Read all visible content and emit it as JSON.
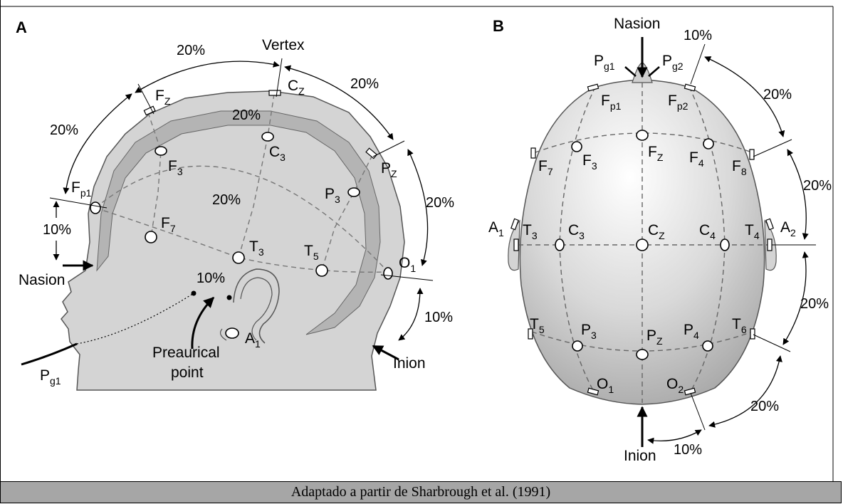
{
  "caption": "Adaptado a partir de Sharbrough et al. (1991)",
  "panel_a": {
    "label": "A",
    "landmarks": {
      "vertex": "Vertex",
      "nasion": "Nasion",
      "inion": "Inion",
      "preauricular_line1": "Preaurical",
      "preauricular_line2": "point"
    },
    "percentages": {
      "top_left": "20%",
      "left_arc": "20%",
      "right_arc": "20%",
      "far_right": "20%",
      "inner_arc": "20%",
      "middle": "20%",
      "nasion_gap": "10%",
      "ear_gap": "10%",
      "inion_gap": "10%"
    },
    "electrodes": {
      "fz": {
        "base": "F",
        "sub": "Z"
      },
      "cz": {
        "base": "C",
        "sub": "Z"
      },
      "pz": {
        "base": "P",
        "sub": "Z"
      },
      "fp1": {
        "base": "F",
        "sub": "p1"
      },
      "f3": {
        "base": "F",
        "sub": "3"
      },
      "c3": {
        "base": "C",
        "sub": "3"
      },
      "p3": {
        "base": "P",
        "sub": "3"
      },
      "f7": {
        "base": "F",
        "sub": "7"
      },
      "t3": {
        "base": "T",
        "sub": "3"
      },
      "t5": {
        "base": "T",
        "sub": "5"
      },
      "o1": {
        "base": "O",
        "sub": "1"
      },
      "a1": {
        "base": "A",
        "sub": "1"
      },
      "pg1": {
        "base": "P",
        "sub": "g1"
      }
    }
  },
  "panel_b": {
    "label": "B",
    "landmarks": {
      "nasion": "Nasion",
      "inion": "Inion"
    },
    "percentages": {
      "top": "10%",
      "upper_right": "20%",
      "right_mid_upper": "20%",
      "right_mid_lower": "20%",
      "lower_right": "20%",
      "bottom": "10%"
    },
    "electrodes": {
      "pg1": {
        "base": "P",
        "sub": "g1"
      },
      "pg2": {
        "base": "P",
        "sub": "g2"
      },
      "fp1": {
        "base": "F",
        "sub": "p1"
      },
      "fp2": {
        "base": "F",
        "sub": "p2"
      },
      "f7": {
        "base": "F",
        "sub": "7"
      },
      "f3": {
        "base": "F",
        "sub": "3"
      },
      "fz": {
        "base": "F",
        "sub": "Z"
      },
      "f4": {
        "base": "F",
        "sub": "4"
      },
      "f8": {
        "base": "F",
        "sub": "8"
      },
      "a1": {
        "base": "A",
        "sub": "1"
      },
      "t3": {
        "base": "T",
        "sub": "3"
      },
      "c3": {
        "base": "C",
        "sub": "3"
      },
      "cz": {
        "base": "C",
        "sub": "Z"
      },
      "c4": {
        "base": "C",
        "sub": "4"
      },
      "t4": {
        "base": "T",
        "sub": "4"
      },
      "a2": {
        "base": "A",
        "sub": "2"
      },
      "t5": {
        "base": "T",
        "sub": "5"
      },
      "p3": {
        "base": "P",
        "sub": "3"
      },
      "pz": {
        "base": "P",
        "sub": "Z"
      },
      "p4": {
        "base": "P",
        "sub": "4"
      },
      "t6": {
        "base": "T",
        "sub": "6"
      },
      "o1": {
        "base": "O",
        "sub": "1"
      },
      "o2": {
        "base": "O",
        "sub": "2"
      }
    }
  },
  "colors": {
    "head_fill": "#d4d4d4",
    "scalp_band": "#b8b8b8",
    "caption_bg": "#a6a6a6"
  }
}
